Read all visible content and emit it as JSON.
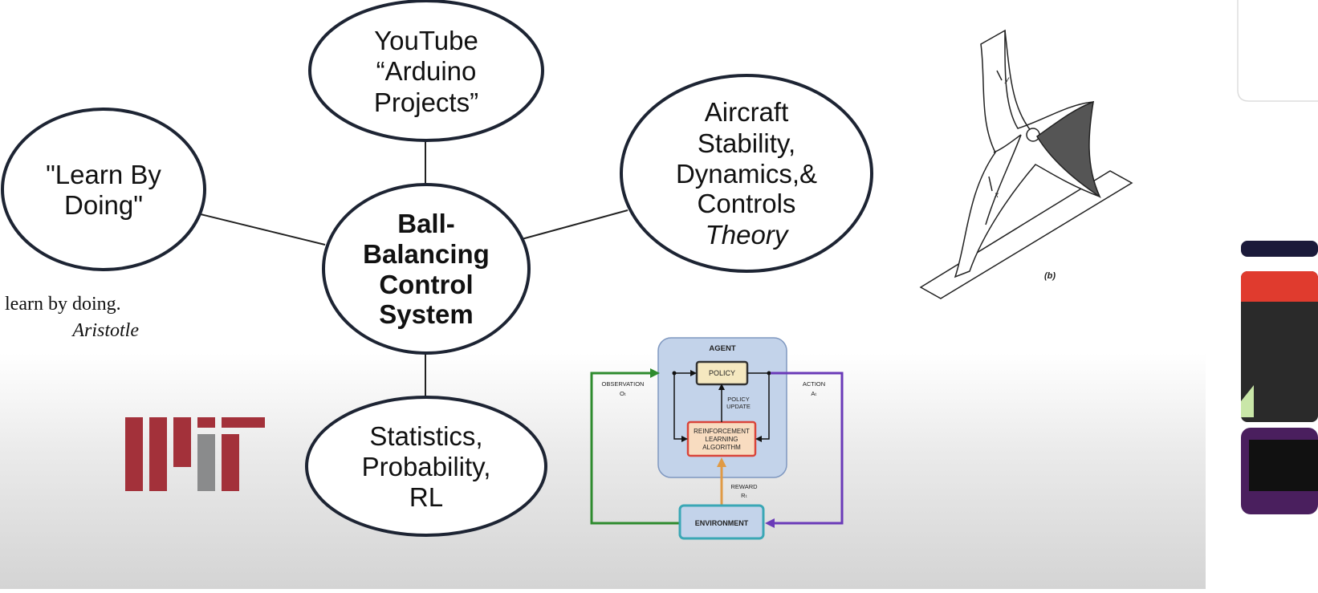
{
  "mindmap": {
    "center": [
      "Ball-",
      "Balancing",
      "Control",
      "System"
    ],
    "youtube": [
      "YouTube",
      "“Arduino",
      "Projects”"
    ],
    "learn": [
      "\"Learn By",
      "Doing\""
    ],
    "aircraft": [
      "Aircraft",
      "Stability,",
      "Dynamics,&",
      "Controls"
    ],
    "aircraft_theory": "Theory",
    "stats": [
      "Statistics,",
      "Probability,",
      "RL"
    ]
  },
  "quote": {
    "text": "learn by doing.",
    "author": "Aristotle"
  },
  "rl_diagram": {
    "agent": "AGENT",
    "policy": "POLICY",
    "policy_update": [
      "POLICY",
      "UPDATE"
    ],
    "rl_algo": [
      "REINFORCEMENT",
      "LEARNING",
      "ALGORITHM"
    ],
    "observation": "OBSERVATION",
    "observation_sym": "Oₜ",
    "action": "ACTION",
    "action_sym": "Aₜ",
    "reward": "REWARD",
    "reward_sym": "Rₜ",
    "environment": "ENVIRONMENT"
  },
  "figure": {
    "caption": "(b)",
    "axis_x": "x",
    "axis_y": "y"
  },
  "colors": {
    "mit_red": "#a3313a",
    "mit_gray": "#8a8b8c",
    "observation_arrow": "#2e8b2e",
    "action_arrow": "#6a3ab8",
    "reward_arrow": "#e09a45",
    "env_border": "#3aa7b5",
    "sidebar_red": "#e03b2e",
    "sidebar_purple": "#4a1f5e"
  }
}
